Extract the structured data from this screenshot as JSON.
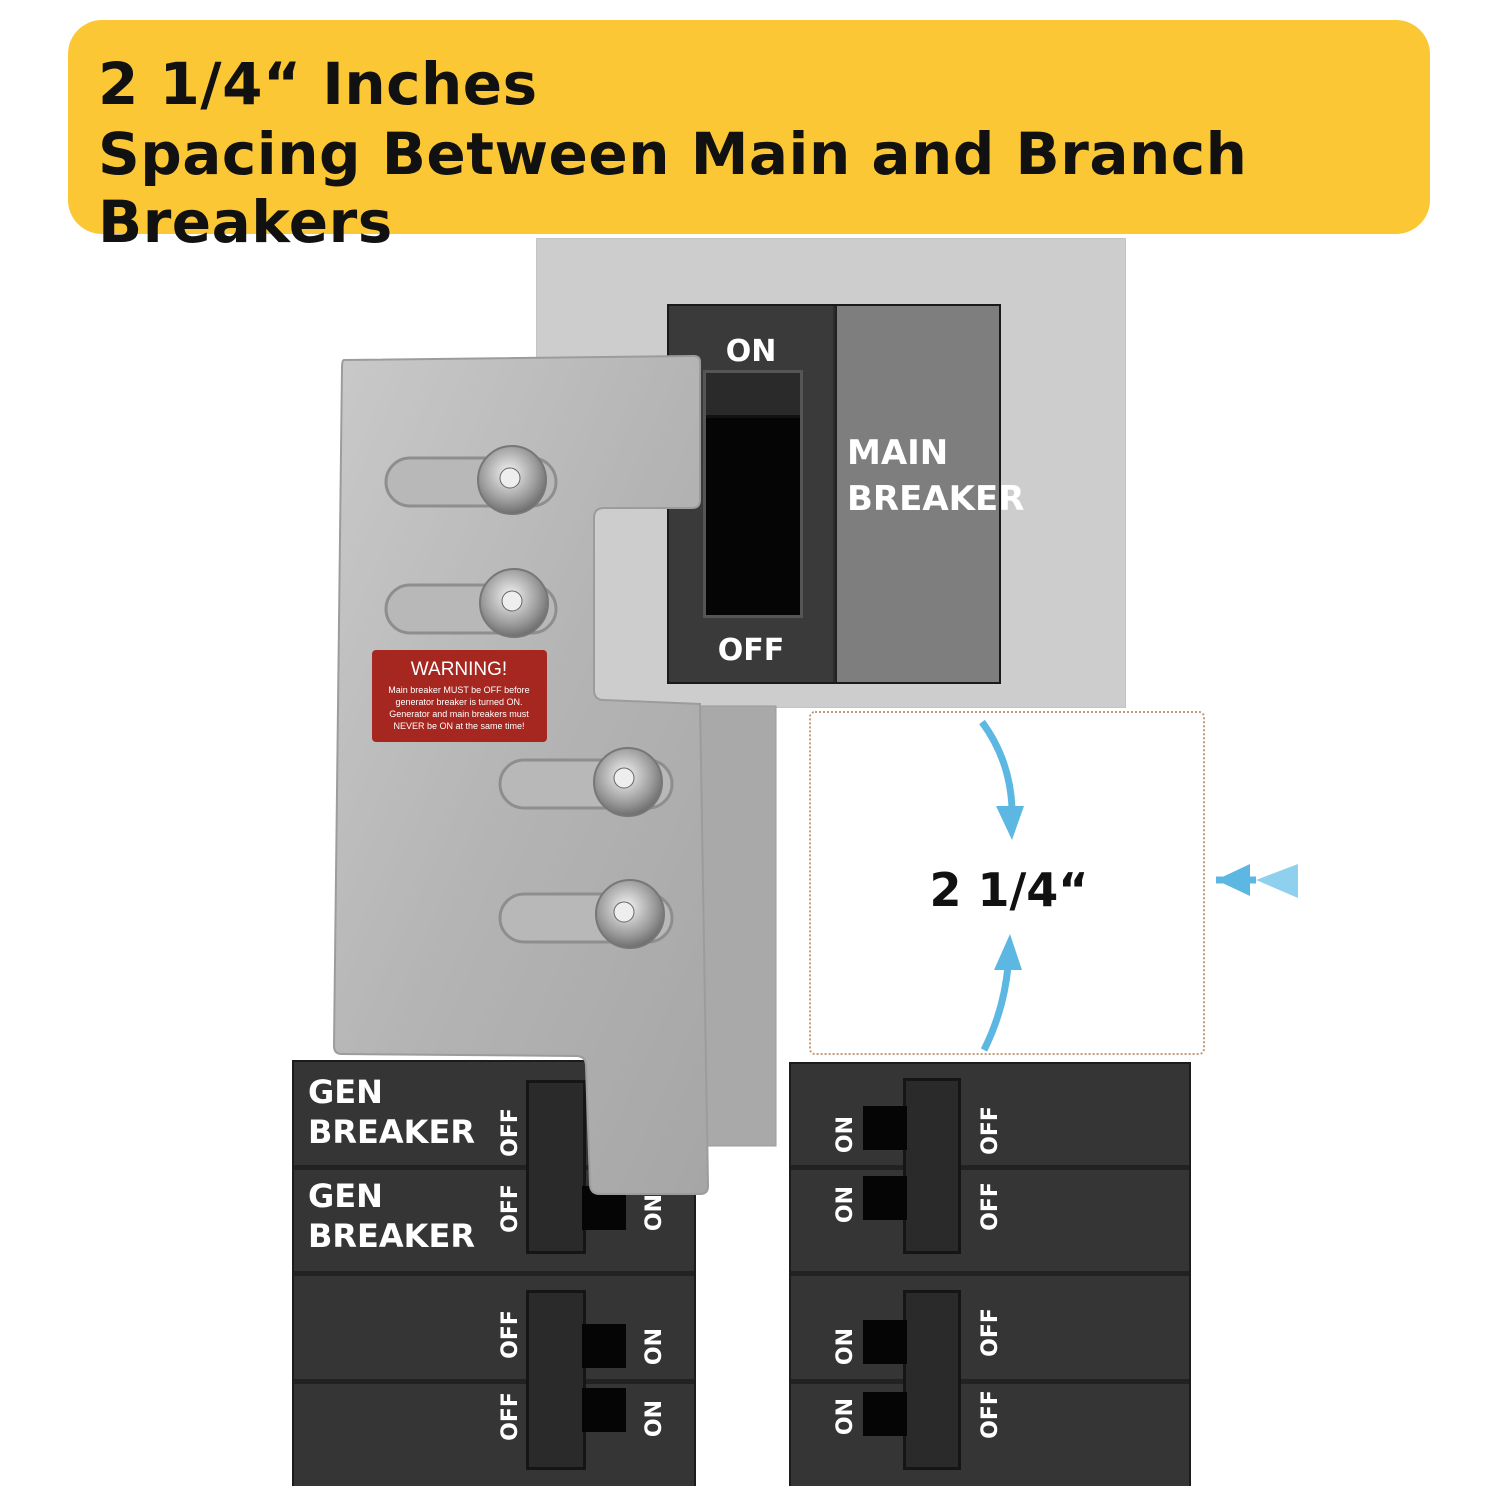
{
  "banner": {
    "line1": "2 1/4“ Inches",
    "line2": "Spacing Between Main and Branch Breakers"
  },
  "main_breaker": {
    "on_label": "ON",
    "off_label": "OFF",
    "label_line1": "MAIN",
    "label_line2": "BREAKER"
  },
  "warning": {
    "title": "WARNING!",
    "line1": "Main breaker MUST be OFF before",
    "line2": "generator breaker is turned ON.",
    "line3": "Generator and main breakers must",
    "line4": "NEVER be ON at the same time!"
  },
  "spacing": {
    "value": "2 1/4“"
  },
  "gen_breakers": [
    {
      "line1": "GEN",
      "line2": "BREAKER"
    },
    {
      "line1": "GEN",
      "line2": "BREAKER"
    }
  ],
  "breaker_labels": {
    "on": "ON",
    "off": "OFF"
  },
  "colors": {
    "banner": "#fcc734",
    "warning": "#a5271f",
    "arrow": "#5cb8e2"
  }
}
